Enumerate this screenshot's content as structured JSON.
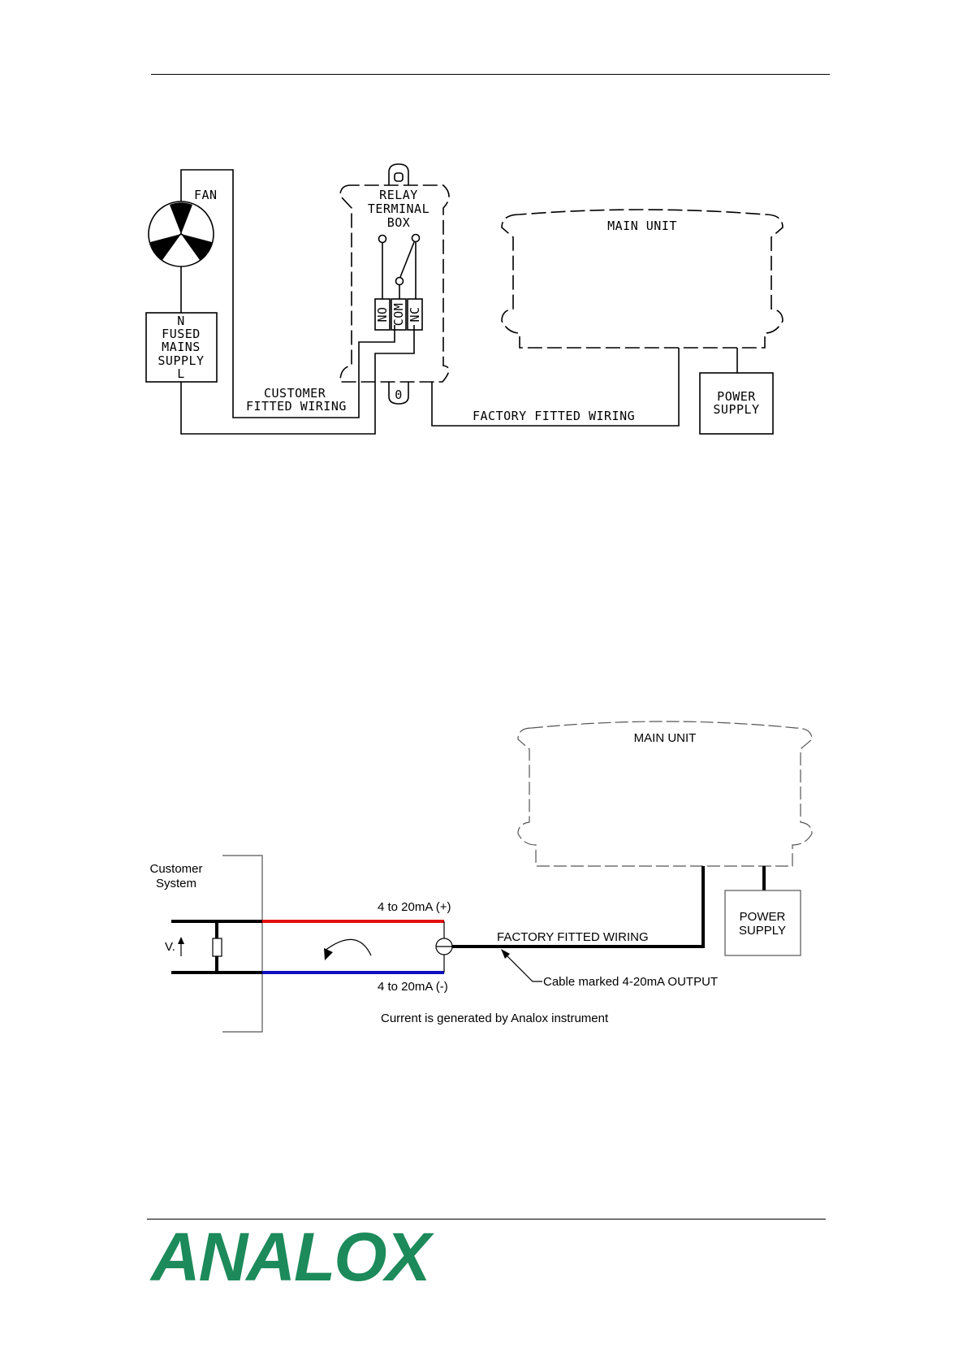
{
  "diagram1": {
    "fan_label": "FAN",
    "supply_label": [
      "N",
      "FUSED",
      "MAINS",
      "SUPPLY",
      "L"
    ],
    "relay_label": [
      "RELAY",
      "TERMINAL",
      "BOX"
    ],
    "terminals": [
      "NO",
      "COM",
      "NC"
    ],
    "main_unit_label": "MAIN UNIT",
    "power_supply_label": [
      "POWER",
      "SUPPLY"
    ],
    "customer_wiring_label": [
      "CUSTOMER",
      "FITTED WIRING"
    ],
    "factory_wiring_label": "FACTORY FITTED WIRING",
    "relay_cap_label": "0"
  },
  "diagram2": {
    "main_unit_label": "MAIN UNIT",
    "power_supply_label": [
      "POWER",
      "SUPPLY"
    ],
    "customer_system_label": [
      "Customer",
      "System"
    ],
    "voltage_label": "V.",
    "plus_label": "4 to 20mA (+)",
    "minus_label": "4 to 20mA (-)",
    "factory_wiring_label": "FACTORY FITTED WIRING",
    "cable_label": "Cable marked 4-20mA OUTPUT",
    "current_note": "Current is generated by Analox instrument",
    "colors": {
      "positive": "#e01010",
      "negative": "#1010c0"
    }
  },
  "logo": {
    "text": "ANALOX",
    "color": "#1c8a5a"
  }
}
